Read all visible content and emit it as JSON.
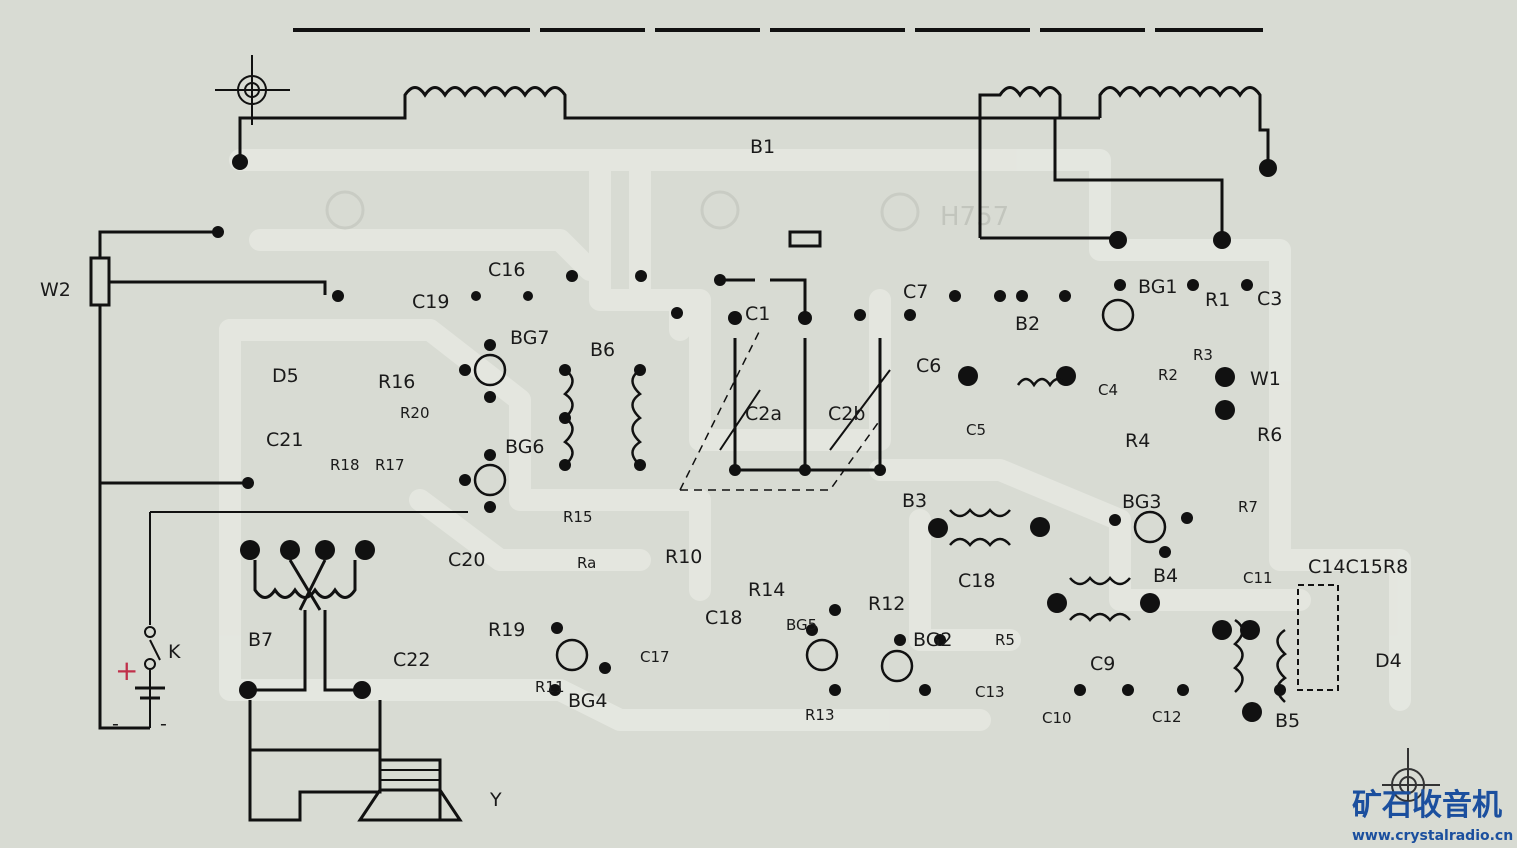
{
  "diagram": {
    "board_mark": "H757",
    "labels": [
      "B1",
      "W2",
      "C16",
      "C19",
      "BG7",
      "B6",
      "C1",
      "C7",
      "B2",
      "BG1",
      "R1",
      "C3",
      "D5",
      "R16",
      "R20",
      "C21",
      "R18",
      "R17",
      "BG6",
      "C2a",
      "C2b",
      "C6",
      "C4",
      "R2",
      "R3",
      "W1",
      "C5",
      "R4",
      "R6",
      "R7",
      "B3",
      "BG3",
      "R15",
      "Ra",
      "R10",
      "C20",
      "C18",
      "B4",
      "C11",
      "C14C15R8",
      "R14",
      "C18",
      "BG5",
      "R12",
      "BG2",
      "R5",
      "C9",
      "D4",
      "B7",
      "K",
      "R19",
      "C22",
      "C17",
      "R11",
      "BG4",
      "R13",
      "C13",
      "C10",
      "C12",
      "B5",
      "Y",
      "+",
      "-",
      "-"
    ]
  },
  "watermark": {
    "title": "矿石收音机",
    "url": "www.crystalradio.cn"
  }
}
